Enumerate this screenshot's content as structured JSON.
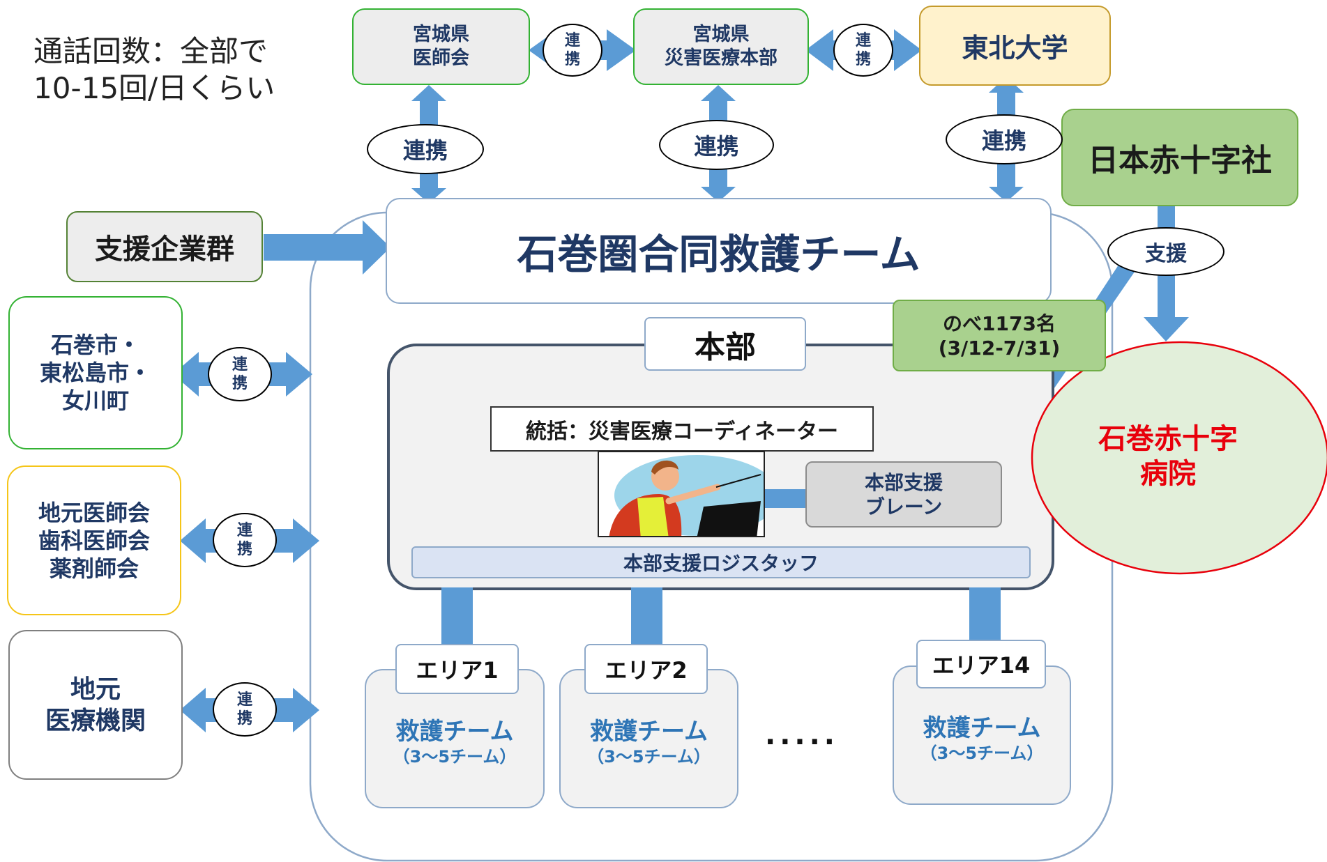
{
  "call_note": {
    "line1": "通話回数：全部で",
    "line2": "10-15回/日くらい"
  },
  "top": {
    "miyagi_ishikai": {
      "line1": "宮城県",
      "line2": "医師会"
    },
    "miyagi_hq": {
      "line1": "宮城県",
      "line2": "災害医療本部"
    },
    "tohoku_univ": "東北大学",
    "red_cross": "日本赤十字社"
  },
  "renkei_small": {
    "line1": "連",
    "line2": "携"
  },
  "renkei_big": "連携",
  "shien_label": "支援",
  "support_companies": "支援企業群",
  "joint_team": "石巻圏合同救護チーム",
  "left_partners": {
    "municipalities": {
      "line1": "石巻市・",
      "line2": "東松島市・",
      "line3": "女川町"
    },
    "associations": {
      "line1": "地元医師会",
      "line2": "歯科医師会",
      "line3": "薬剤師会"
    },
    "local_institutions": {
      "line1": "地元",
      "line2": "医療機関"
    }
  },
  "honbu": "本部",
  "coordinator": "統括：災害医療コーディネーター",
  "brain": {
    "line1": "本部支援",
    "line2": "ブレーン"
  },
  "logistics": "本部支援ロジスタッフ",
  "volume_badge": {
    "line1": "のべ1173名",
    "line2": "(3/12-7/31)"
  },
  "hospital": {
    "line1": "石巻赤十字",
    "line2": "病院"
  },
  "areas": [
    {
      "label": "エリア1",
      "team": "救護チーム",
      "count": "（3～5チーム）"
    },
    {
      "label": "エリア2",
      "team": "救護チーム",
      "count": "（3～5チーム）"
    },
    {
      "label": "エリア14",
      "team": "救護チーム",
      "count": "（3～5チーム）"
    }
  ],
  "ellipsis": ".....",
  "colors": {
    "arrow": "#5b9bd5",
    "navy": "#1f3864",
    "team_blue": "#2e75b6",
    "hospital_red": "#e8000b",
    "green_border": "#33b233",
    "red_cross_fill": "#a9d18e"
  }
}
